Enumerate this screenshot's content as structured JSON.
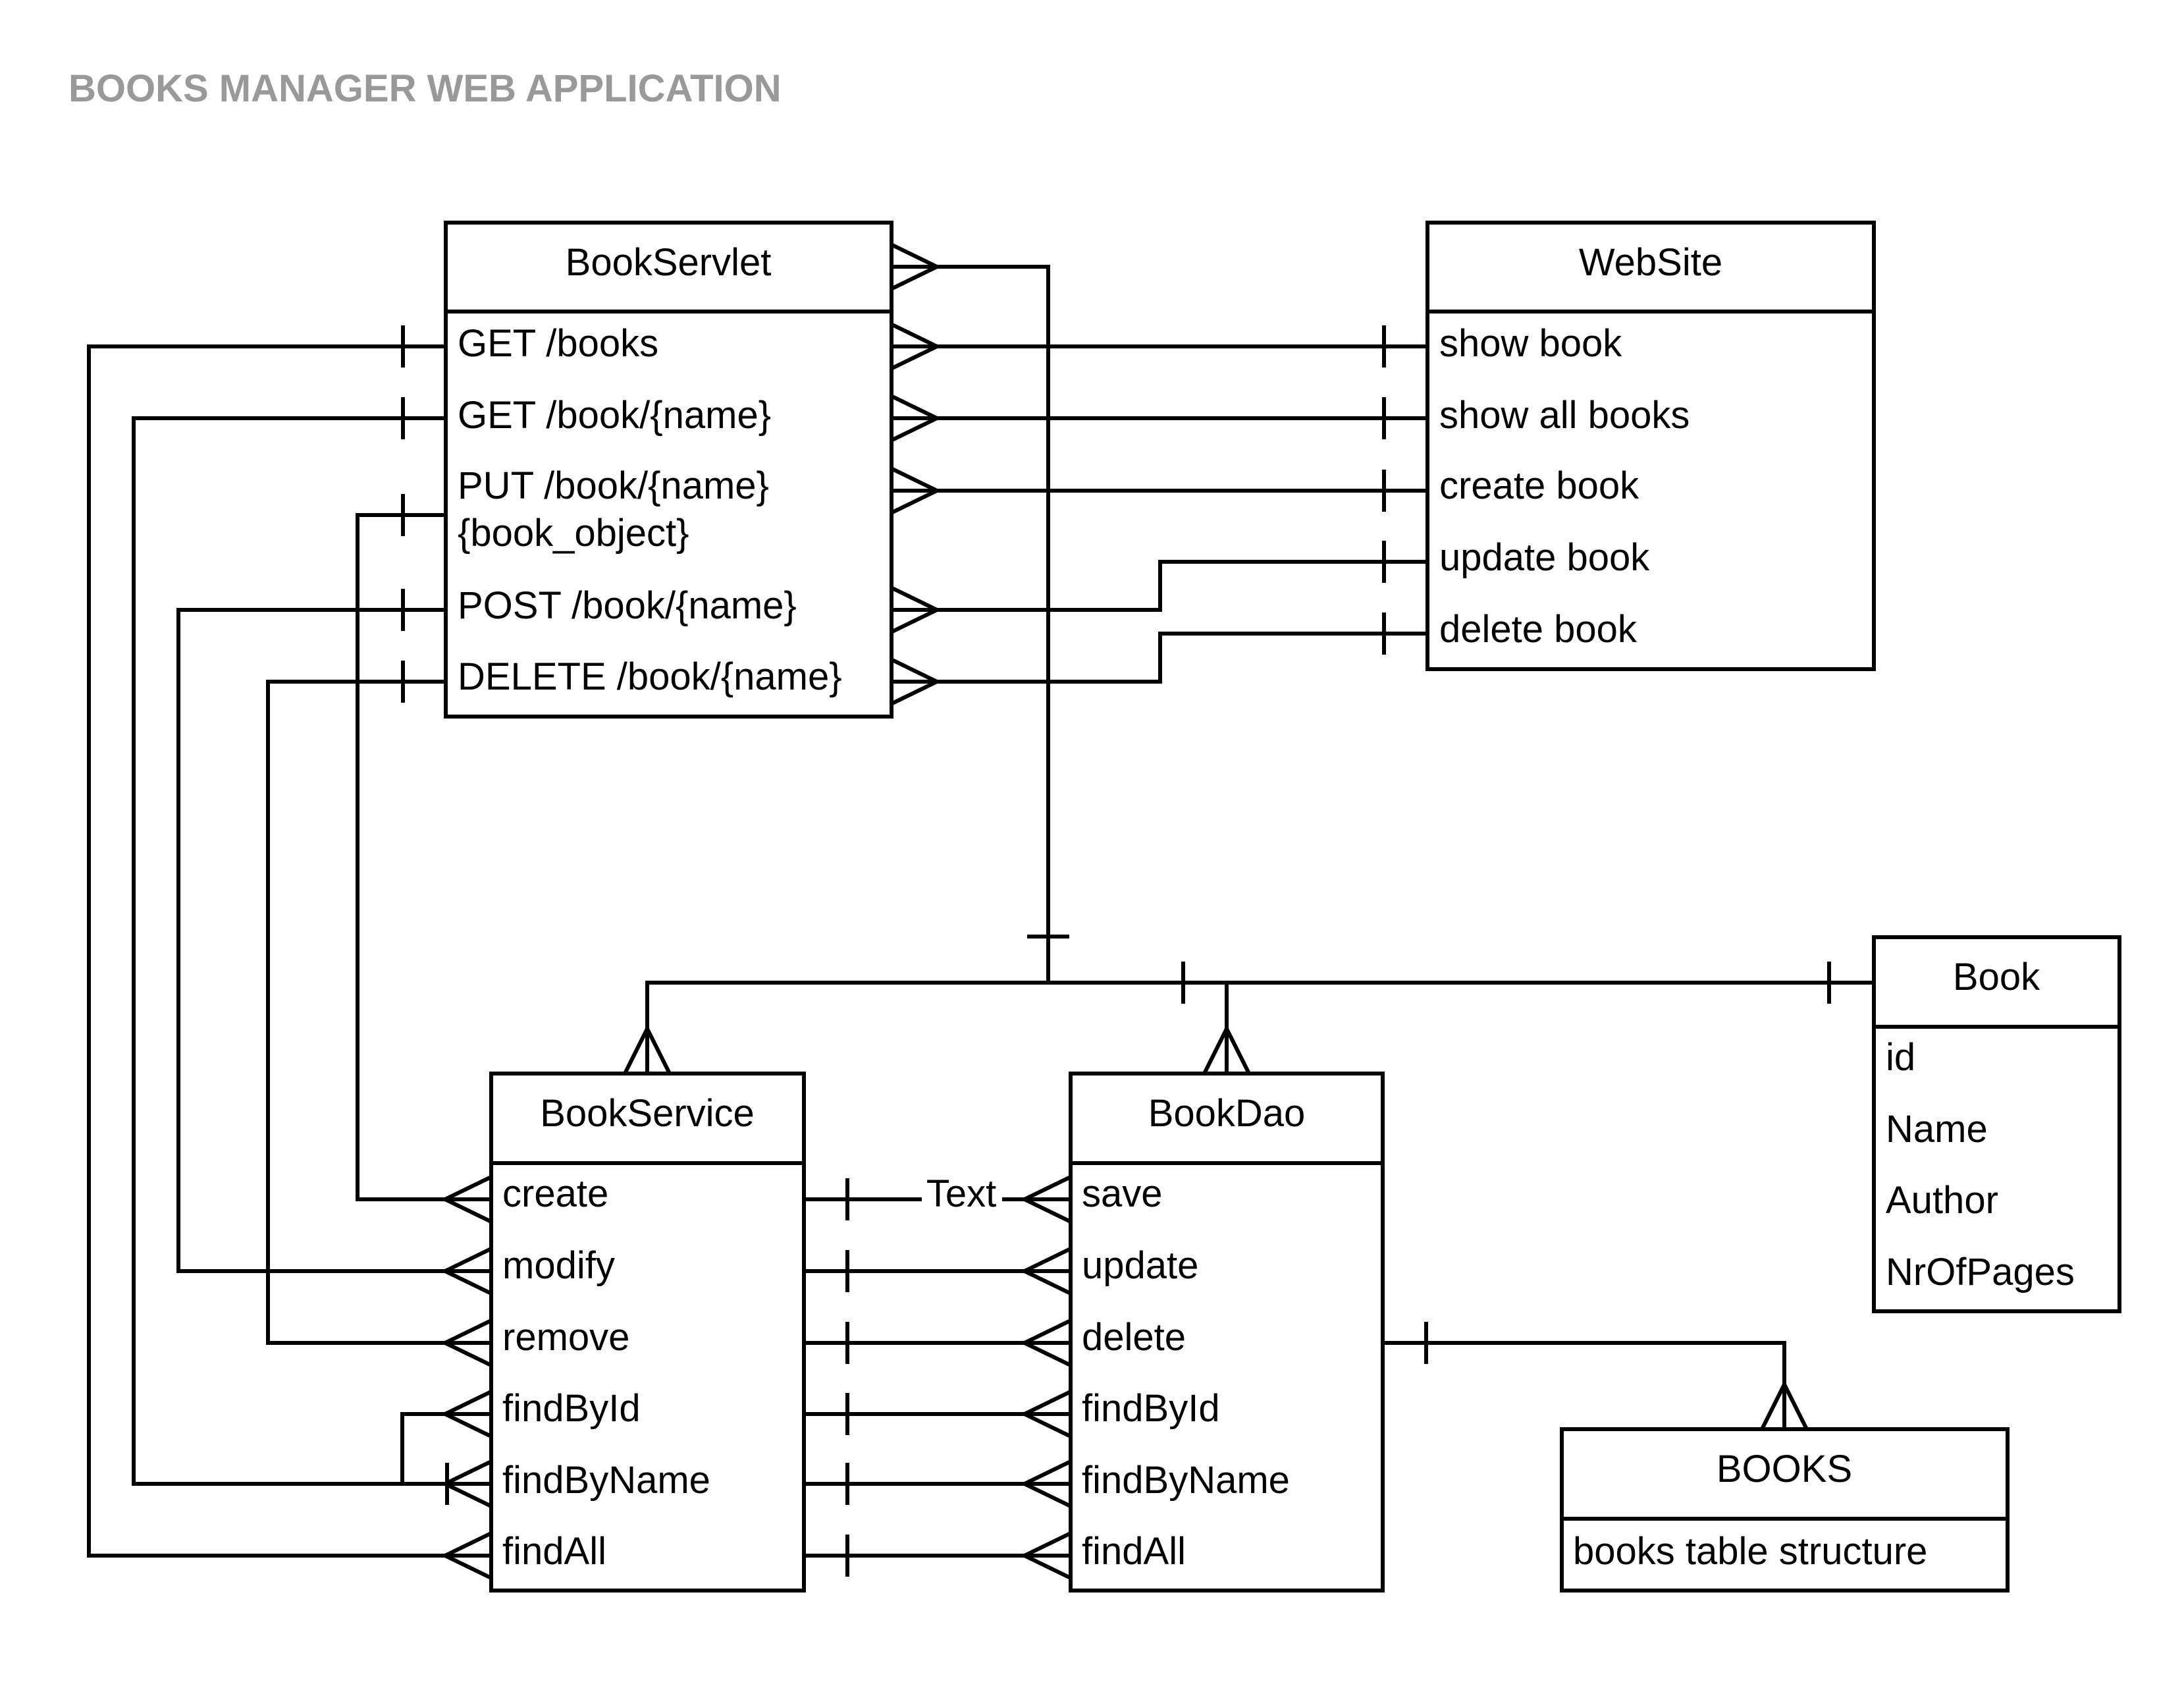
{
  "title": "BOOKS MANAGER WEB APPLICATION",
  "entities": {
    "bookServlet": {
      "name": "BookServlet",
      "rows": [
        "GET /books",
        "GET /book/{name}",
        "PUT /book/{name}",
        "{book_object}",
        "POST /book/{name}",
        "DELETE /book/{name}"
      ]
    },
    "webSite": {
      "name": "WebSite",
      "rows": [
        "show book",
        "show all books",
        "create book",
        "update book",
        "delete book"
      ]
    },
    "book": {
      "name": "Book",
      "rows": [
        "id",
        "Name",
        "Author",
        "NrOfPages"
      ]
    },
    "bookService": {
      "name": "BookService",
      "rows": [
        "create",
        "modify",
        "remove",
        "findById",
        "findByName",
        "findAll"
      ]
    },
    "bookDao": {
      "name": "BookDao",
      "rows": [
        "save",
        "update",
        "delete",
        "findById",
        "findByName",
        "findAll"
      ]
    },
    "booksTable": {
      "name": "BOOKS",
      "rows": [
        "books table structure"
      ]
    }
  },
  "edge_label": "Text",
  "relationships": [
    {
      "from": "BookServlet.GET /books",
      "to": "WebSite.show book",
      "from_end": "many",
      "to_end": "one"
    },
    {
      "from": "BookServlet.GET /book/{name}",
      "to": "WebSite.show all books",
      "from_end": "many",
      "to_end": "one"
    },
    {
      "from": "BookServlet.PUT /book/{name}",
      "to": "WebSite.create book",
      "from_end": "many",
      "to_end": "one"
    },
    {
      "from": "BookServlet.POST /book/{name}",
      "to": "WebSite.update book",
      "from_end": "many",
      "to_end": "one"
    },
    {
      "from": "BookServlet.DELETE /book/{name}",
      "to": "WebSite.delete book",
      "from_end": "many",
      "to_end": "one"
    },
    {
      "from": "BookServlet.GET /books",
      "to": "BookService.findAll",
      "from_end": "one",
      "to_end": "many"
    },
    {
      "from": "BookServlet.GET /book/{name}",
      "to": "BookService.findByName",
      "from_end": "one",
      "to_end": "many"
    },
    {
      "from": "BookServlet.PUT /book/{name}",
      "to": "BookService.create",
      "from_end": "one",
      "to_end": "many"
    },
    {
      "from": "BookServlet.POST /book/{name}",
      "to": "BookService.modify",
      "from_end": "one",
      "to_end": "many"
    },
    {
      "from": "BookServlet.DELETE /book/{name}",
      "to": "BookService.remove",
      "from_end": "one",
      "to_end": "many"
    },
    {
      "from": "BookService.findById",
      "to": "BookService.findByName",
      "from_end": "many",
      "to_end": "one"
    },
    {
      "from": "BookService.create",
      "to": "BookDao.save",
      "from_end": "one",
      "to_end": "many"
    },
    {
      "from": "BookService.modify",
      "to": "BookDao.update",
      "from_end": "one",
      "to_end": "many"
    },
    {
      "from": "BookService.remove",
      "to": "BookDao.delete",
      "from_end": "one",
      "to_end": "many"
    },
    {
      "from": "BookService.findById",
      "to": "BookDao.findById",
      "from_end": "one",
      "to_end": "many"
    },
    {
      "from": "BookService.findByName",
      "to": "BookDao.findByName",
      "from_end": "one",
      "to_end": "many"
    },
    {
      "from": "BookService.findAll",
      "to": "BookDao.findAll",
      "from_end": "one",
      "to_end": "many"
    },
    {
      "from": "BookServlet",
      "to": "Book",
      "from_end": "many",
      "to_end": "one"
    },
    {
      "from": "BookService",
      "to": "Book",
      "from_end": "many",
      "to_end": "one"
    },
    {
      "from": "BookDao",
      "to": "Book",
      "from_end": "many",
      "to_end": "one"
    },
    {
      "from": "BookDao",
      "to": "BOOKS",
      "from_end": "one",
      "to_end": "many"
    }
  ]
}
